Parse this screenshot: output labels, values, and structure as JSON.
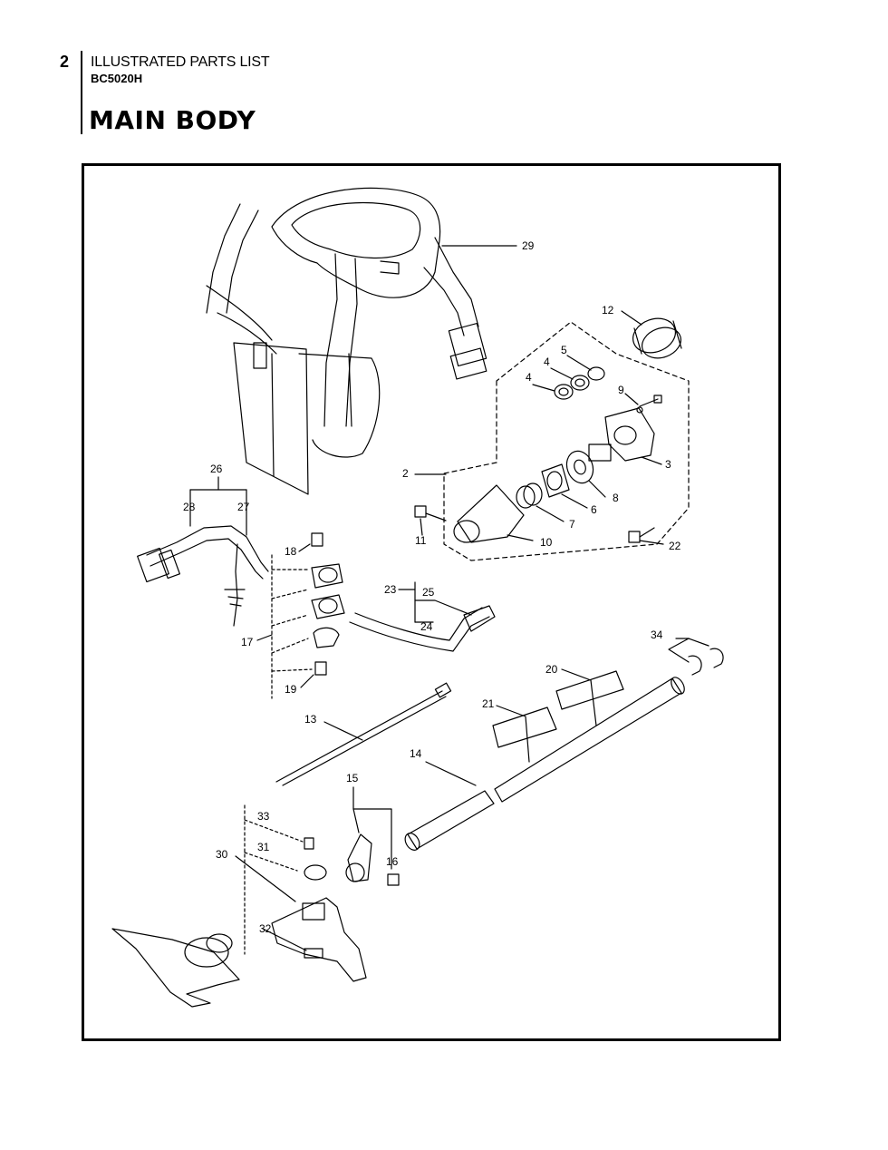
{
  "header": {
    "page_number": "2",
    "doc_title": "ILLUSTRATED PARTS LIST",
    "model": "BC5020H",
    "section_title": "MAIN BODY"
  },
  "diagram": {
    "callouts": {
      "c2": "2",
      "c3": "3",
      "c4a": "4",
      "c4b": "4",
      "c5": "5",
      "c6": "6",
      "c7": "7",
      "c8": "8",
      "c9": "9",
      "c10": "10",
      "c11": "11",
      "c12": "12",
      "c13": "13",
      "c14": "14",
      "c15": "15",
      "c16": "16",
      "c17": "17",
      "c18": "18",
      "c19": "19",
      "c20": "20",
      "c21": "21",
      "c22": "22",
      "c23": "23",
      "c24": "24",
      "c25": "25",
      "c26": "26",
      "c27": "27",
      "c28": "28",
      "c29": "29",
      "c30": "30",
      "c31": "31",
      "c32": "32",
      "c33": "33",
      "c34": "34"
    }
  }
}
